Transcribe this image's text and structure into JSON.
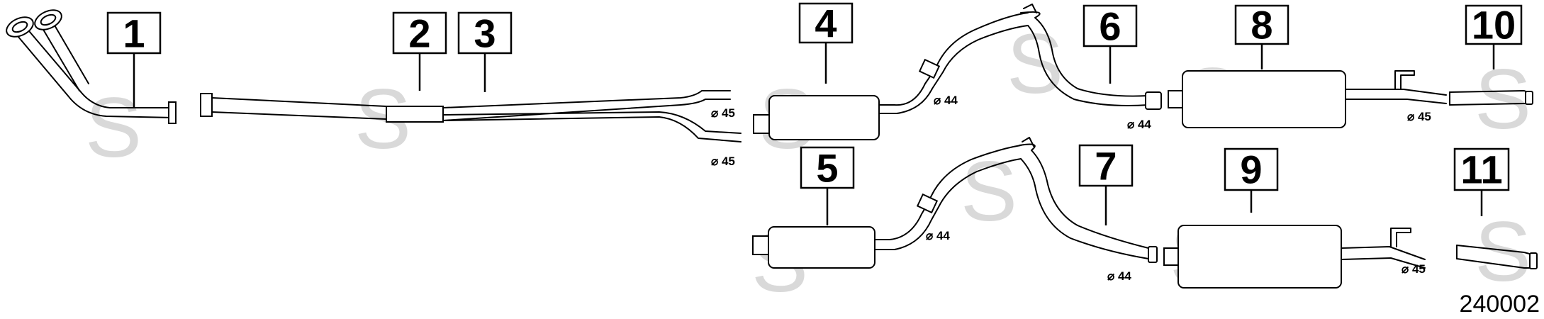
{
  "diagram": {
    "figure_number": "240002",
    "watermark_letter": "S",
    "colors": {
      "line": "#000000",
      "background": "#ffffff",
      "watermark": "#d9d9d9"
    },
    "callouts": [
      "1",
      "2",
      "3",
      "4",
      "5",
      "6",
      "7",
      "8",
      "9",
      "10",
      "11"
    ],
    "diameters": {
      "d3_upper": "⌀ 45",
      "d3_lower": "⌀ 45",
      "d4": "⌀ 44",
      "d5": "⌀ 44",
      "d6": "⌀ 44",
      "d7": "⌀ 44",
      "d8": "⌀ 45",
      "d9": "⌀ 45"
    }
  }
}
